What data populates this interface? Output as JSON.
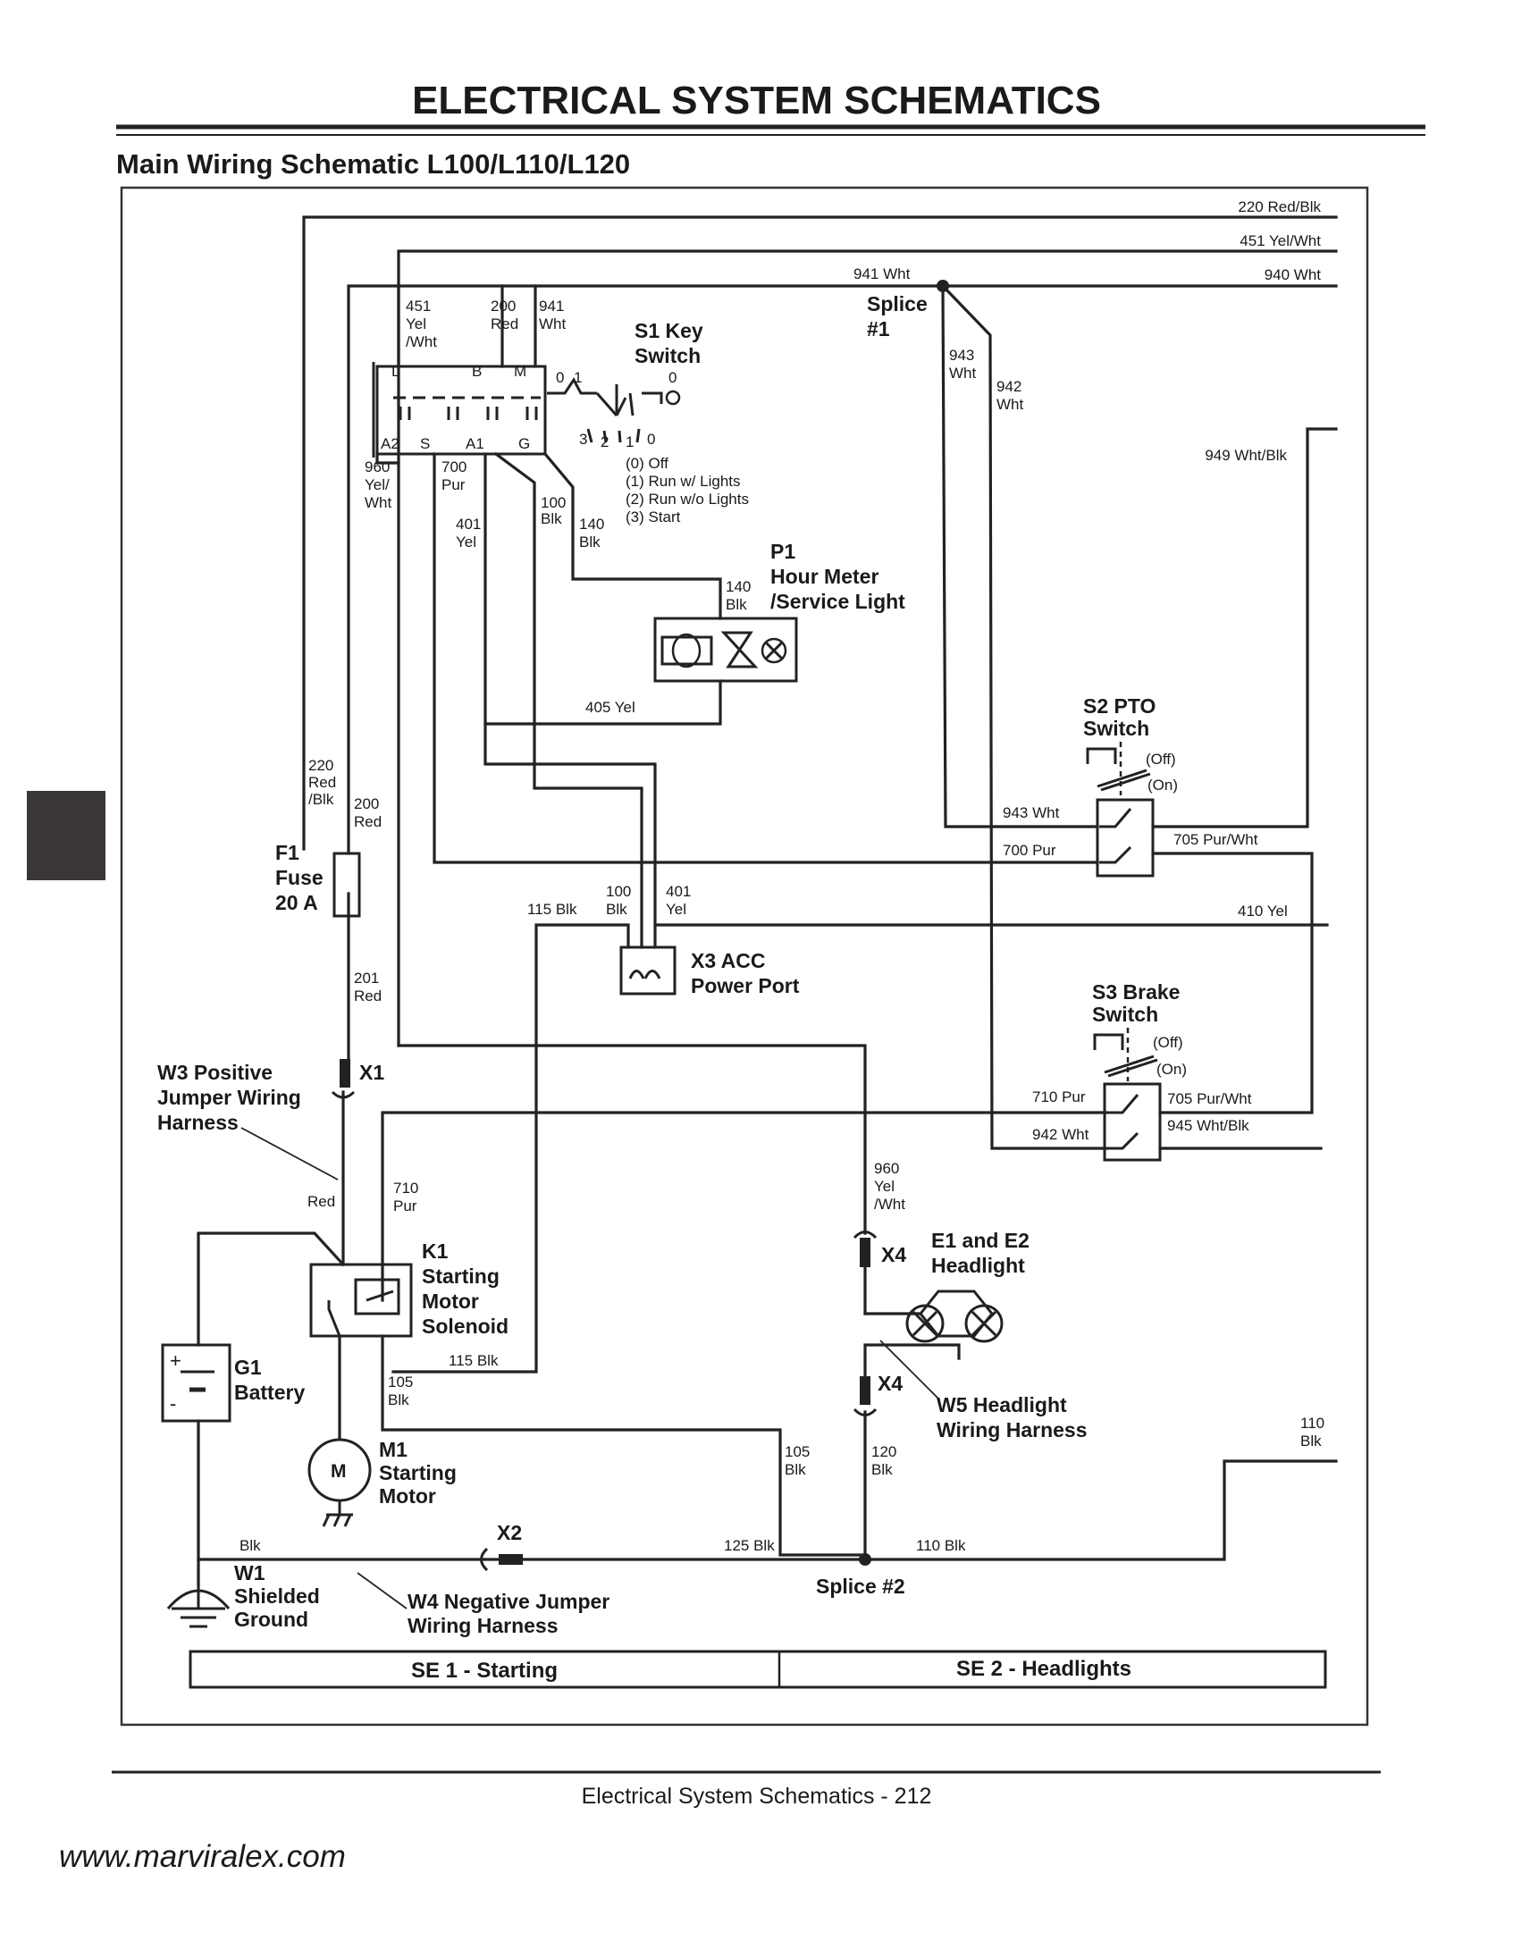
{
  "page": {
    "title": "ELECTRICAL   SYSTEM SCHEMATICS",
    "subtitle": "Main Wiring Schematic L100/L110/L120",
    "footer": "Electrical   System Schematics  - 212",
    "watermark": "www.marviralex.com"
  },
  "wires": {
    "w220": "220 Red/Blk",
    "w451": "451 Yel/Wht",
    "w940": "940 Wht",
    "w941": "941 Wht",
    "w949": "949 Wht/Blk",
    "w405": "405 Yel",
    "w943b": "943 Wht",
    "w700b": "700 Pur",
    "w705a": "705 Pur/Wht",
    "w115a": "115 Blk",
    "w410": "410 Yel",
    "w710b": "710 Pur",
    "w705b": "705 Pur/Wht",
    "w942b": "942 Wht",
    "w945": "945 Wht/Blk",
    "w115b": "115 Blk",
    "w125": "125 Blk",
    "w110b": "110 Blk",
    "blk": "Blk",
    "red": "Red",
    "w451v": [
      "451",
      "Yel",
      "/Wht"
    ],
    "w200v": [
      "200",
      "Red"
    ],
    "w941v": [
      "941",
      "Wht"
    ],
    "w960v": [
      "960",
      "Yel/",
      "Wht"
    ],
    "w700v": [
      "700",
      "Pur"
    ],
    "w401v": [
      "401",
      "Yel"
    ],
    "w100v": [
      "100",
      "Blk"
    ],
    "w140v": [
      "140",
      "Blk"
    ],
    "w140p": [
      "140",
      "Blk"
    ],
    "w943v": [
      "943",
      "Wht"
    ],
    "w942v": [
      "942",
      "Wht"
    ],
    "w220v": [
      "220",
      "Red",
      "/Blk"
    ],
    "w200f": [
      "200",
      "Red"
    ],
    "w100x": [
      "100",
      "Blk"
    ],
    "w401x": [
      "401",
      "Yel"
    ],
    "w201": [
      "201",
      "Red"
    ],
    "w710v": [
      "710",
      "Pur"
    ],
    "w960x": [
      "960",
      "Yel",
      "/Wht"
    ],
    "w105a": [
      "105",
      "Blk"
    ],
    "w105b": [
      "105",
      "Blk"
    ],
    "w120": [
      "120",
      "Blk"
    ],
    "w110v": [
      "110",
      "Blk"
    ]
  },
  "components": {
    "s1": [
      "S1 Key",
      "Switch"
    ],
    "s1_terms": [
      "L",
      "B",
      "M",
      "A2",
      "S",
      "A1",
      "G"
    ],
    "s1_pos": [
      "0",
      "1",
      "3",
      "2",
      "1",
      "0"
    ],
    "s1_legend": [
      "(0) Off",
      "(1) Run w/ Lights",
      "(2) Run w/o Lights",
      "(3) Start"
    ],
    "splice1": [
      "Splice",
      "#1"
    ],
    "p1": [
      "P1",
      "Hour Meter",
      "/Service Light"
    ],
    "s2": [
      "S2 PTO",
      "Switch"
    ],
    "s3": [
      "S3 Brake",
      "Switch"
    ],
    "sw_off": "(Off)",
    "sw_on": "(On)",
    "f1": [
      "F1",
      "Fuse",
      "20 A"
    ],
    "x3": [
      "X3 ACC",
      "Power Port"
    ],
    "w3": [
      "W3 Positive",
      "Jumper Wiring",
      "Harness"
    ],
    "x1": "X1",
    "k1": [
      "K1",
      "Starting",
      "Motor",
      "Solenoid"
    ],
    "g1": [
      "G1",
      "Battery"
    ],
    "m1": [
      "M1",
      "Starting",
      "Motor"
    ],
    "m_symbol": "M",
    "e1": [
      "E1 and E2",
      "Headlight"
    ],
    "x4": "X4",
    "w5": [
      "W5 Headlight",
      "Wiring Harness"
    ],
    "x2": "X2",
    "splice2": "Splice #2",
    "w1": [
      "W1",
      "Shielded",
      "Ground"
    ],
    "w4": [
      "W4 Negative Jumper",
      "Wiring Harness"
    ],
    "se1": "SE 1 - Starting",
    "se2": "SE 2 - Headlights"
  }
}
